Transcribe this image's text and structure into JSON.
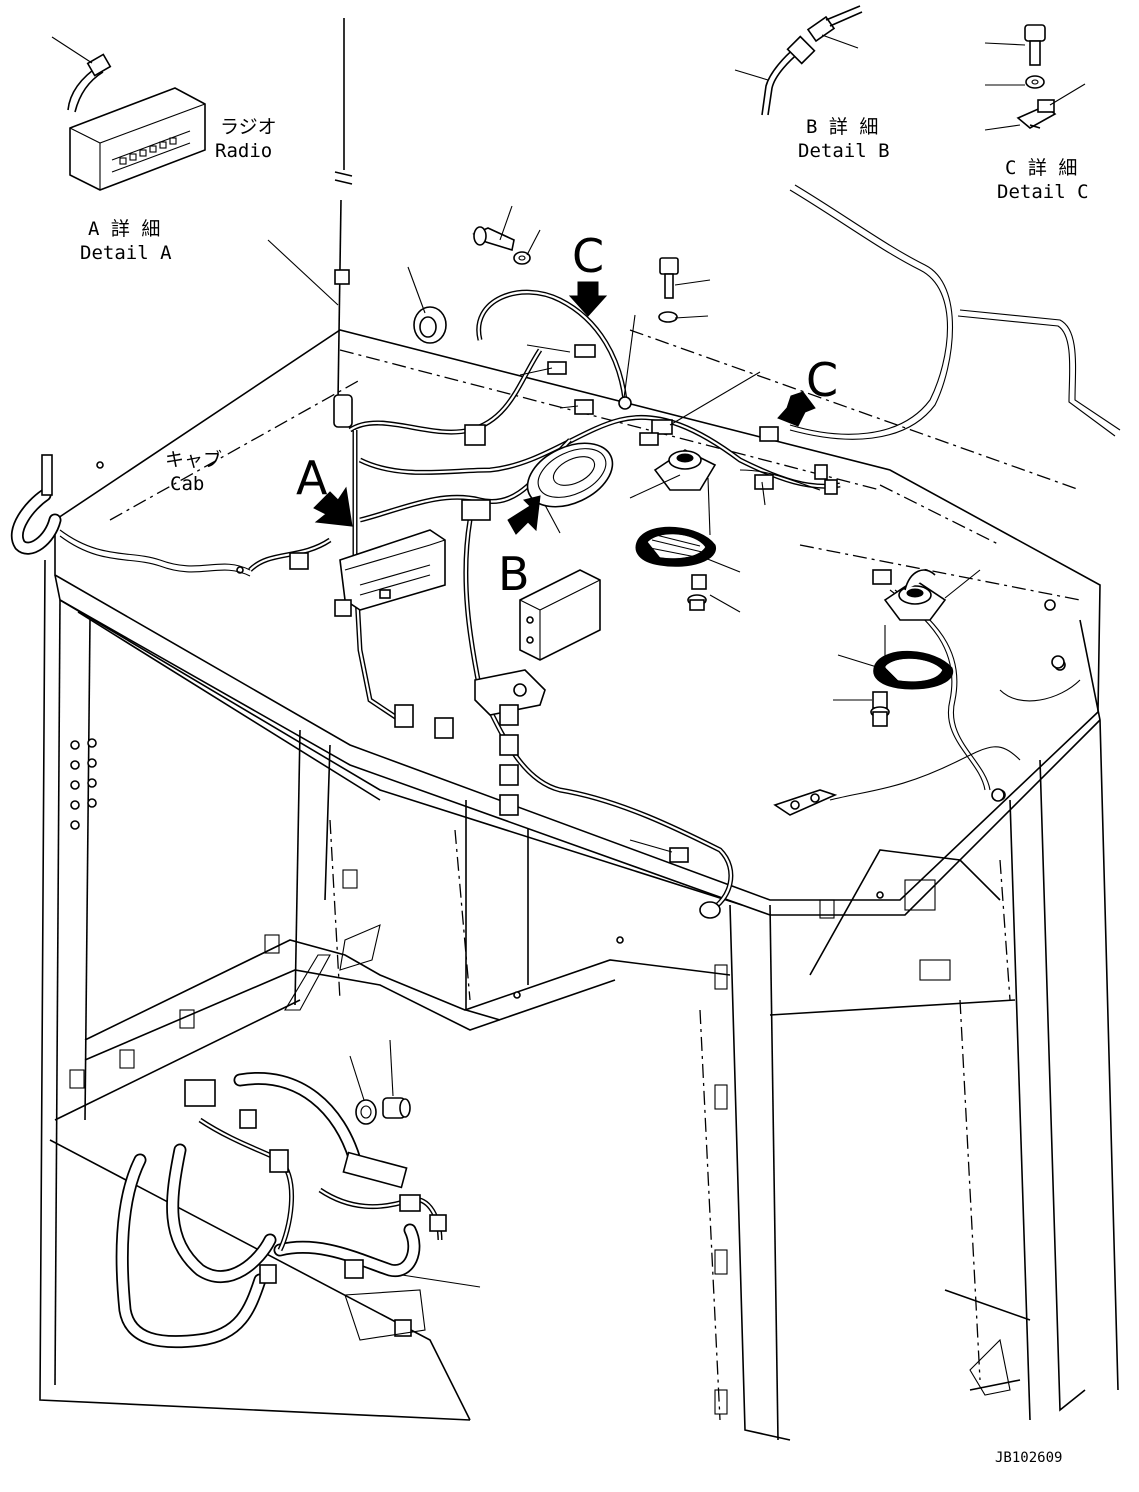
{
  "labels": {
    "radio_jp": "ラジオ",
    "radio_en": "Radio",
    "detail_a_jp": "A 詳 細",
    "detail_a_en": "Detail A",
    "detail_b_jp": "B 詳 細",
    "detail_b_en": "Detail B",
    "detail_c_jp": "C 詳 細",
    "detail_c_en": "Detail C",
    "cab_jp": "キャブ",
    "cab_en": "Cab"
  },
  "view_markers": {
    "a": "A",
    "b": "B",
    "c1": "C",
    "c2": "C"
  },
  "drawing_number": "JB102609"
}
